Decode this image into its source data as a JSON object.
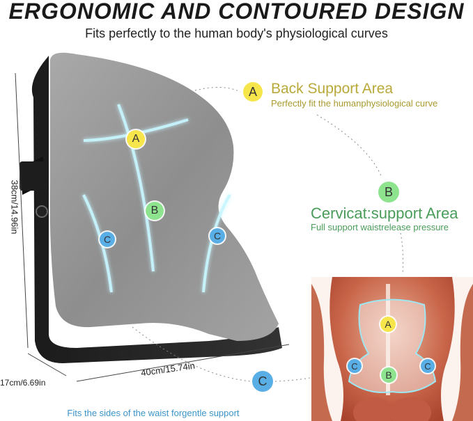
{
  "header": {
    "title": "ERGONOMIC AND CONTOURED DESIGN",
    "subtitle": "Fits perfectly to the human body's physiological curves"
  },
  "areas": [
    {
      "letter": "A",
      "title": "Back Support Area",
      "description": "Perfectly fit the humanphysiological curve",
      "color": "#b9a93a"
    },
    {
      "letter": "B",
      "title": "Cervicat:support Area",
      "description": "Full support waistrelease pressure",
      "color": "#4a9c5a"
    },
    {
      "letter": "C",
      "description": "Fits the sides of the waist forgentle support",
      "color": "#3b94c8"
    }
  ],
  "dimensions": {
    "height": "38cm/14.96in",
    "width": "40cm/15.74in",
    "depth": "17cm/6.69in"
  },
  "colors": {
    "badge_a": "#f7e64b",
    "badge_b": "#8ee38f",
    "badge_c": "#5aaee6",
    "cushion_grey": "#9a9a9a",
    "glow": "#bff4ff"
  }
}
